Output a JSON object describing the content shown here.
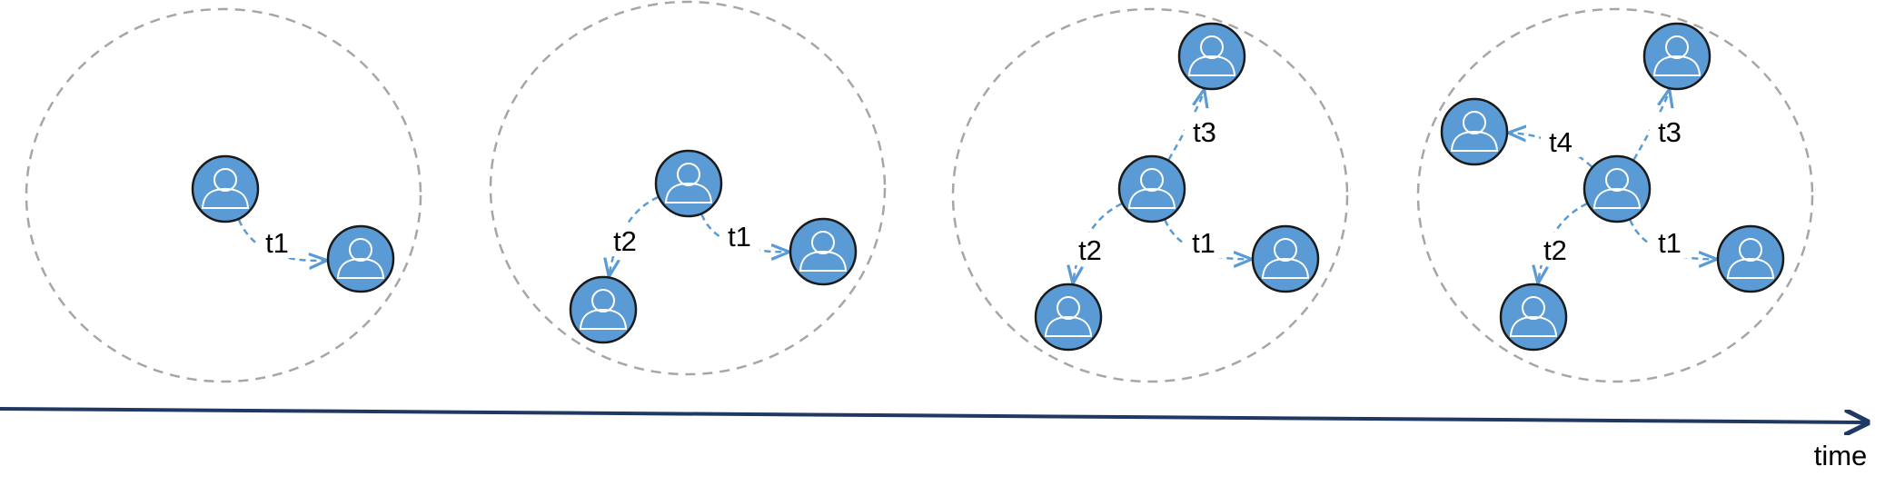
{
  "colors": {
    "node_fill": "#5b9bd5",
    "node_stroke": "#1a1a1a",
    "edge": "#5b9bd5",
    "boundary": "#a6a6a6",
    "axis": "#1f3864"
  },
  "icons": {
    "node": "user-icon"
  },
  "axis": {
    "label": "time"
  },
  "snapshots": [
    {
      "edges": [
        {
          "label": "t1"
        }
      ]
    },
    {
      "edges": [
        {
          "label": "t2"
        },
        {
          "label": "t1"
        }
      ]
    },
    {
      "edges": [
        {
          "label": "t3"
        },
        {
          "label": "t2"
        },
        {
          "label": "t1"
        }
      ]
    },
    {
      "edges": [
        {
          "label": "t4"
        },
        {
          "label": "t3"
        },
        {
          "label": "t2"
        },
        {
          "label": "t1"
        }
      ]
    }
  ]
}
